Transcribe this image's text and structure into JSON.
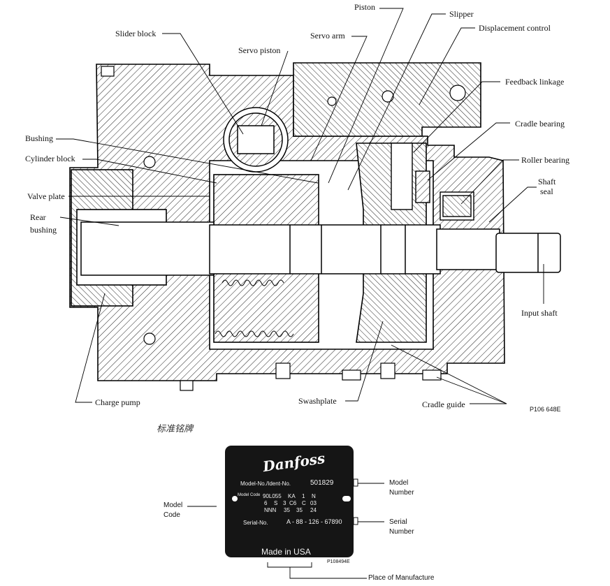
{
  "labels": {
    "piston": "Piston",
    "slipper": "Slipper",
    "slider_block": "Slider block",
    "servo_arm": "Servo arm",
    "displacement_control": "Displacement control",
    "servo_piston": "Servo piston",
    "feedback_linkage": "Feedback linkage",
    "bushing": "Bushing",
    "cradle_bearing": "Cradle bearing",
    "cylinder_block": "Cylinder block",
    "roller_bearing": "Roller bearing",
    "shaft_seal_1": "Shaft",
    "shaft_seal_2": "seal",
    "valve_plate": "Valve plate",
    "rear_bushing_1": "Rear",
    "rear_bushing_2": "bushing",
    "input_shaft": "Input shaft",
    "charge_pump": "Charge pump",
    "swashplate": "Swashplate",
    "cradle_guide": "Cradle guide",
    "figure_code": "P106 648E"
  },
  "nameplate_section": {
    "title": "标准铭牌",
    "brand": "Danfoss",
    "model_no_label": "Model-No./Ident-No.",
    "model_no_value": "501829",
    "model_code_label": "Model Code",
    "code_rows": [
      [
        "90L055",
        "KA",
        "1",
        "N"
      ],
      [
        "6",
        "S",
        "3",
        "C6",
        "C",
        "03"
      ],
      [
        "NNN",
        "35",
        "35",
        "24"
      ]
    ],
    "serial_label": "Serial-No.",
    "serial_value": "A - 88 - 126 - 67890",
    "made_in": "Made in USA",
    "plate_code": "P108494E",
    "callouts": {
      "model_number_1": "Model",
      "model_number_2": "Number",
      "serial_number_1": "Serial",
      "serial_number_2": "Number",
      "model_code_1": "Model",
      "model_code_2": "Code",
      "place_of_manufacture": "Place of Manufacture"
    }
  }
}
